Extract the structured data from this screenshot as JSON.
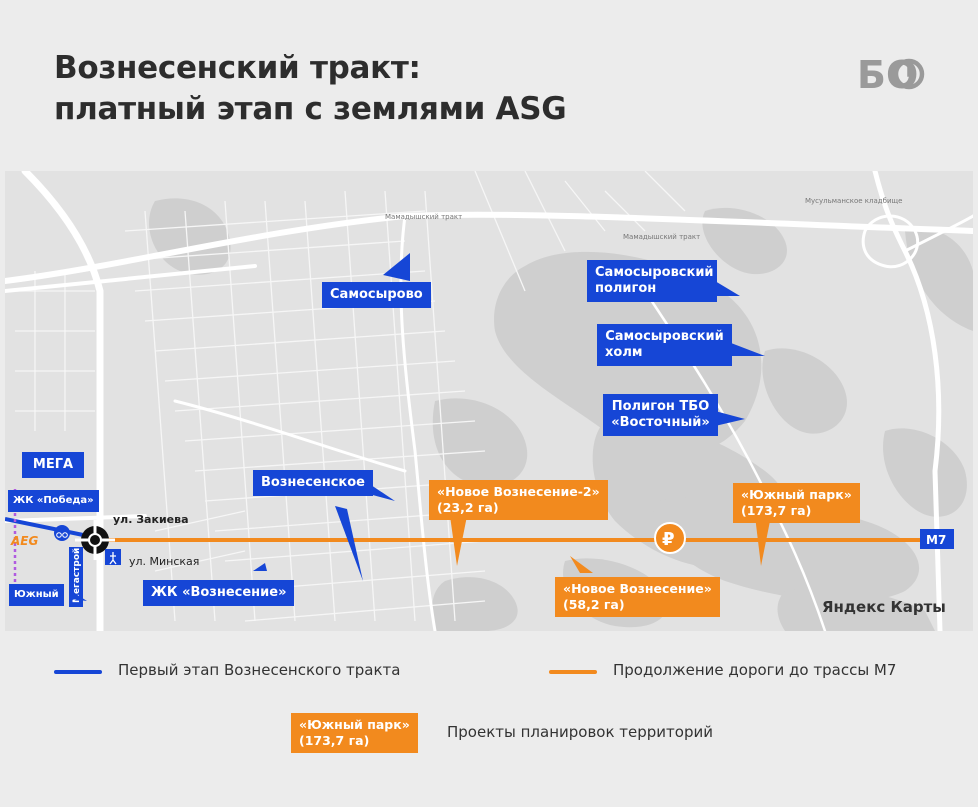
{
  "header": {
    "title_line1": "Вознесенский тракт:",
    "title_line2": "платный этап с землями ASG",
    "logo_text": "БО"
  },
  "map": {
    "brand": "Яндекс Карты",
    "highway_marker": "M7",
    "asg_logo": "AEG",
    "streets": {
      "zakieva": "ул. Закиева",
      "minskaya": "ул. Минская",
      "megastroy": "Мегастрой",
      "mamadysh_1": "Мамадышский тракт",
      "mamadysh_2": "Мамадышский тракт",
      "cemetery": "Мусульманское кладбище"
    },
    "blue_labels": {
      "samosyrovo": "Самосырово",
      "mega": "МЕГА",
      "voznesenskoe": "Вознесенское",
      "zhk_voznesenie": "ЖК «Вознесение»",
      "zhk_pobeda": "ЖК «Победа»",
      "yuzhny": "Южный",
      "samosyr_poligon_1": "Самосыровский",
      "samosyr_poligon_2": "полигон",
      "samosyr_holm_1": "Самосыровский",
      "samosyr_holm_2": "холм",
      "poligon_tbo_1": "Полигон ТБО",
      "poligon_tbo_2": "«Восточный»"
    },
    "orange_labels": {
      "novoe2_1": "«Новое Вознесение-2»",
      "novoe2_2": "(23,2 га)",
      "yuzhny_park_1": "«Южный парк»",
      "yuzhny_park_2": "(173,7 га)",
      "novoe_1": "«Новое Вознесение»",
      "novoe_2": "(58,2 га)"
    },
    "colors": {
      "blue": "#1646d6",
      "orange": "#f28a1e",
      "route": "#f28a1e",
      "first_stage": "#1646d6"
    }
  },
  "legend": {
    "first_stage": "Первый этап Вознесенского тракта",
    "continuation": "Продолжение дороги до трассы М7",
    "projects": "Проекты планировок территорий",
    "sample_1": "«Южный парк»",
    "sample_2": "(173,7 га)"
  }
}
